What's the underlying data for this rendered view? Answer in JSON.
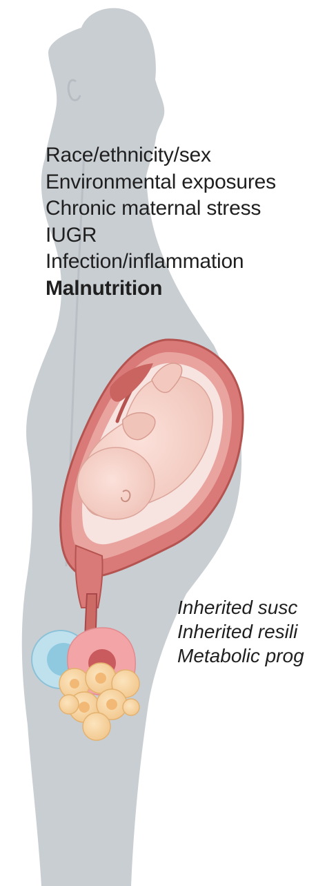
{
  "risk_factors": {
    "items": [
      "Race/ethnicity/sex",
      "Environmental exposures",
      "Chronic maternal stress",
      "IUGR",
      "Infection/inflammation"
    ],
    "highlighted": "Malnutrition"
  },
  "outcomes": {
    "items": [
      "Inherited susc",
      "Inherited resili",
      "Metabolic prog"
    ]
  },
  "colors": {
    "silhouette": "#c9ced3",
    "uterus_wall": "#d97a78",
    "uterus_dark": "#b4534f",
    "fetus": "#f6d3cb",
    "fetus_shadow": "#ecb8ad",
    "ovary": "#bfe1ee",
    "follicle": "#f7d6a5"
  }
}
